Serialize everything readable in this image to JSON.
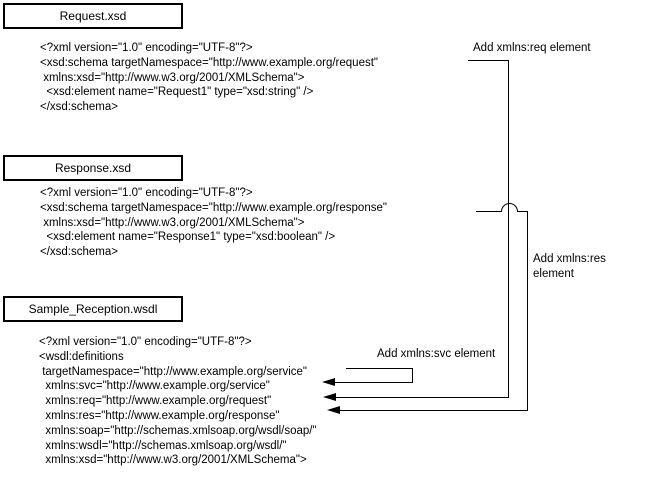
{
  "diagram": {
    "files": [
      {
        "title": "Request.xsd",
        "code": [
          "<?xml version=\"1.0\" encoding=\"UTF-8\"?>",
          "<xsd:schema targetNamespace=\"http://www.example.org/request\"",
          " xmlns:xsd=\"http://www.w3.org/2001/XMLSchema\">",
          "  <xsd:element name=\"Request1\" type=\"xsd:string\" />",
          "</xsd:schema>"
        ]
      },
      {
        "title": "Response.xsd",
        "code": [
          "<?xml version=\"1.0\" encoding=\"UTF-8\"?>",
          "<xsd:schema targetNamespace=\"http://www.example.org/response\"",
          " xmlns:xsd=\"http://www.w3.org/2001/XMLSchema\">",
          "  <xsd:element name=\"Response1\" type=\"xsd:boolean\" />",
          "</xsd:schema>"
        ]
      },
      {
        "title": "Sample_Reception.wsdl",
        "code": [
          "<?xml version=\"1.0\" encoding=\"UTF-8\"?>",
          "<wsdl:definitions",
          " targetNamespace=\"http://www.example.org/service\"",
          "  xmlns:svc=\"http://www.example.org/service\"",
          "  xmlns:req=\"http://www.example.org/request\"",
          "  xmlns:res=\"http://www.example.org/response\"",
          "  xmlns:soap=\"http://schemas.xmlsoap.org/wsdl/soap/\"",
          "  xmlns:wsdl=\"http://schemas.xmlsoap.org/wsdl/\"",
          "  xmlns:xsd=\"http://www.w3.org/2001/XMLSchema\">"
        ]
      }
    ],
    "annotations": {
      "req": "Add xmlns:req element",
      "res": [
        "Add xmlns:res",
        "element"
      ],
      "svc": "Add xmlns:svc element"
    },
    "colors": {
      "line": "#000000",
      "text": "#000000",
      "background": "#ffffff"
    }
  }
}
